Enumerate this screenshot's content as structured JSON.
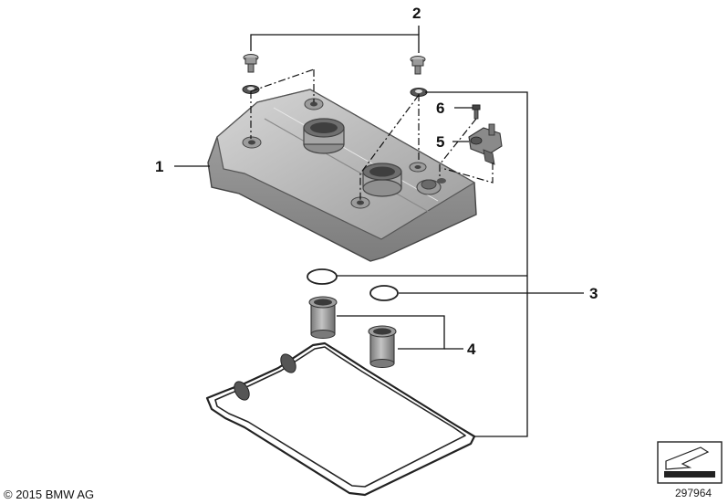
{
  "diagram": {
    "callouts": [
      "1",
      "2",
      "3",
      "4",
      "5",
      "6"
    ],
    "copyright": "© 2015 BMW AG",
    "image_number": "297964",
    "icon": "insert-arrow-icon"
  }
}
